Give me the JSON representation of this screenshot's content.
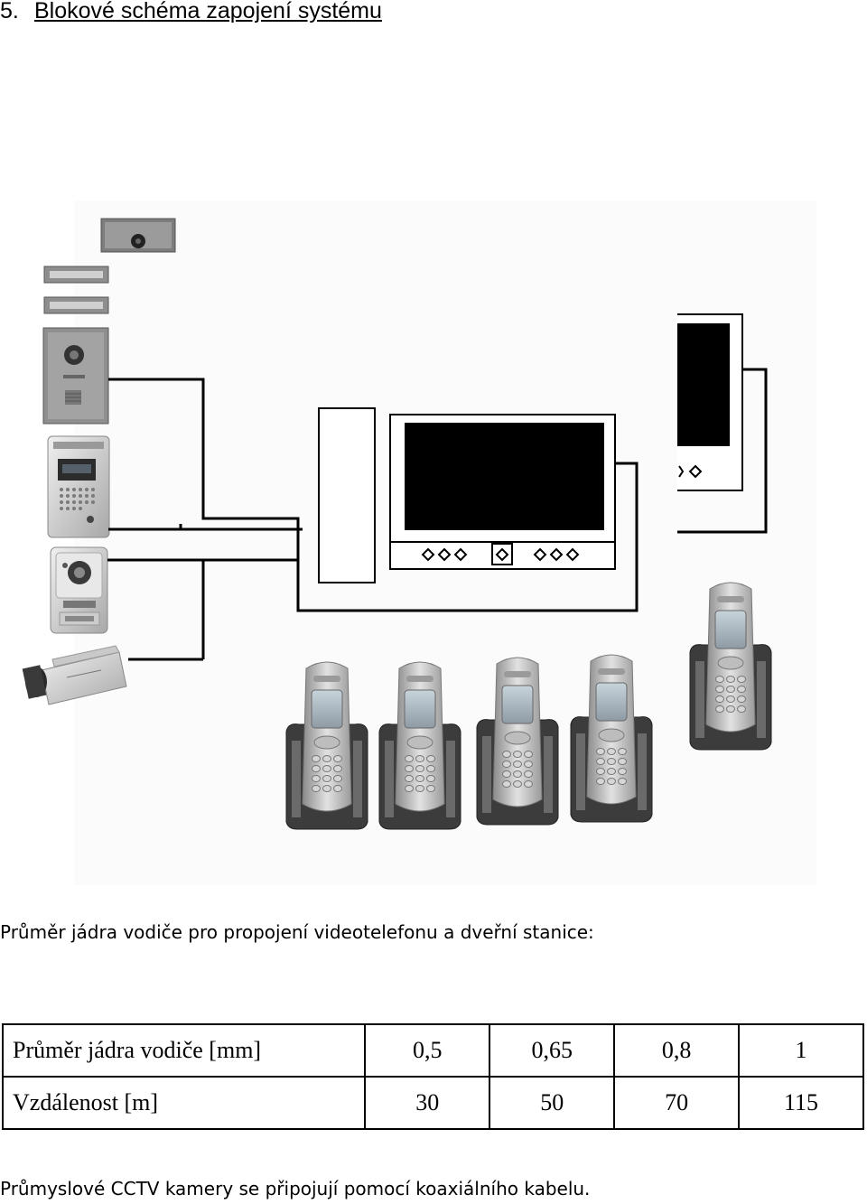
{
  "heading": {
    "number": "5.",
    "title": "Blokové schéma zapojení systému"
  },
  "diagram": {
    "components": [
      "camera-module-icon",
      "name-tag-icon",
      "name-tag-icon",
      "door-station-icon",
      "keypad-door-station-icon",
      "compact-door-station-icon",
      "cctv-camera-icon",
      "video-monitor-icon",
      "secondary-monitor-icon",
      "cordless-handset-icon"
    ],
    "handset_count": 5
  },
  "caption_wire": "Průměr jádra vodiče pro propojení videotelefonu a dveřní stanice:",
  "table": {
    "rows": [
      {
        "label": "Průměr jádra vodiče [mm]",
        "values": [
          "0,5",
          "0,65",
          "0,8",
          "1"
        ]
      },
      {
        "label": "Vzdálenost [m]",
        "values": [
          "30",
          "50",
          "70",
          "115"
        ]
      }
    ]
  },
  "caption_cctv": "Průmyslové CCTV kamery se připojují pomocí koaxiálního kabelu."
}
